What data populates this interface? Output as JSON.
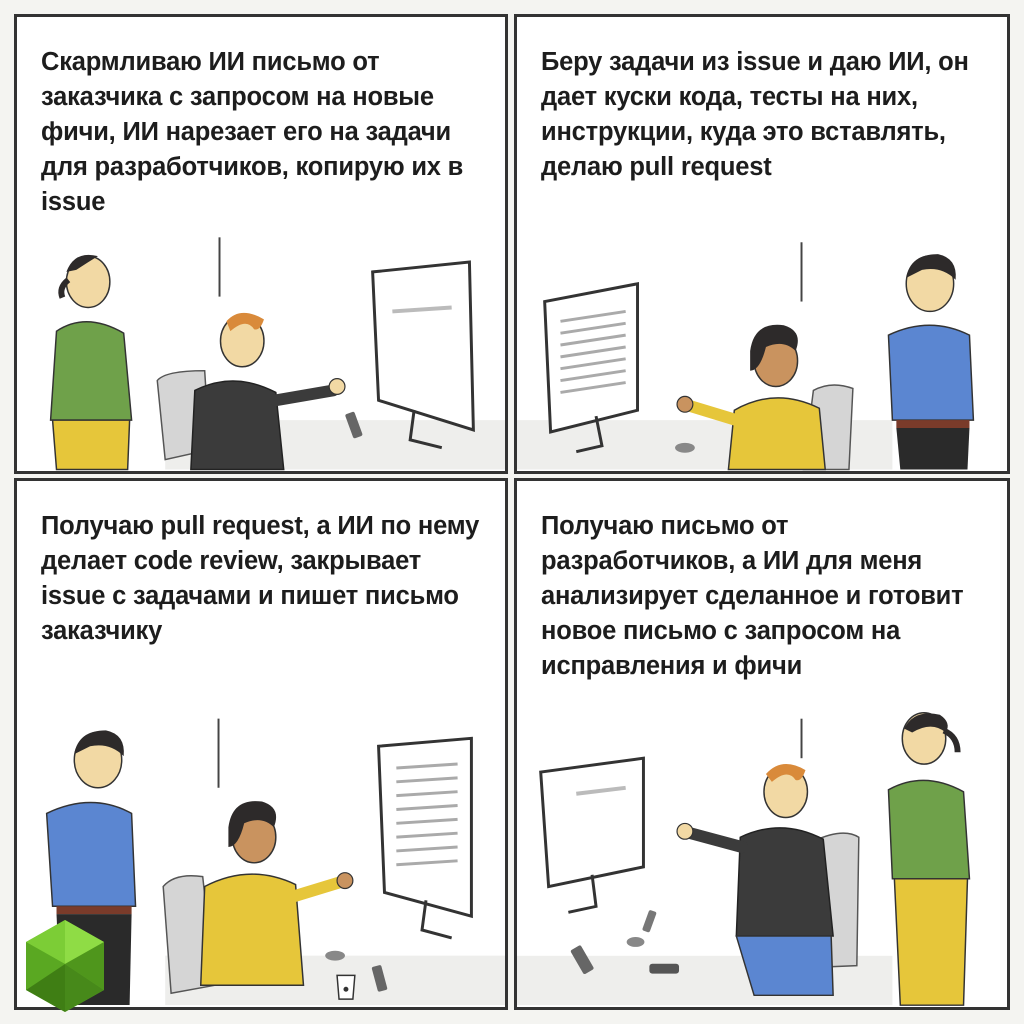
{
  "panels": [
    {
      "caption": "Скармливаю ИИ письмо от заказчика с запросом на новые фичи, ИИ нарезает его на задачи для разработчиков, копирую их в issue"
    },
    {
      "caption": "Беру задачи из issue и даю ИИ, он дает куски кода, тесты на них, инструкции, куда это вставлять, делаю pull request"
    },
    {
      "caption": "Получаю pull request, а ИИ по нему делает code review, закрывает issue с задачами и пишет письмо заказчику"
    },
    {
      "caption": "Получаю письмо от разработчиков, а ИИ для меня анализирует сделанное и готовит новое письмо с запросом на исправления и фичи"
    }
  ],
  "colors": {
    "green_shirt": "#6fa14a",
    "yellow": "#e6c63a",
    "blue_shirt": "#5b86d1",
    "dark_shirt": "#3b3b3b",
    "skin": "#f2d9a4",
    "hair_dark": "#2d2a2a",
    "hair_ginger": "#d98a3a",
    "logo_green": "#6bbf2a"
  },
  "icons": [
    "monitor-icon",
    "coffee-cup-icon",
    "phone-icon",
    "mouse-icon",
    "logo-gem-icon"
  ]
}
